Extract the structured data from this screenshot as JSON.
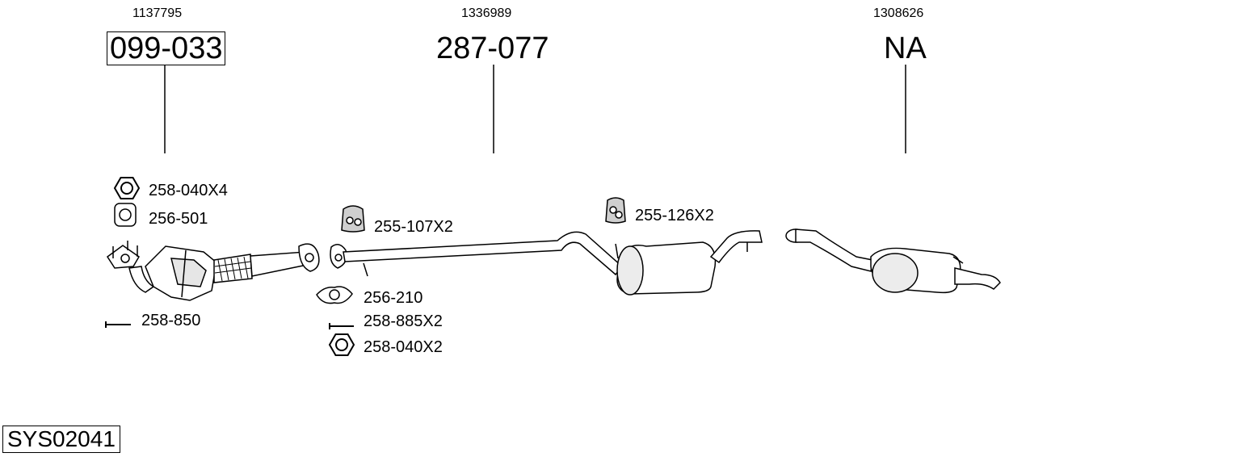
{
  "diagram": {
    "system_code": "SYS02041",
    "sections": [
      {
        "oe_number": "1137795",
        "part_number": "099-033",
        "boxed": true
      },
      {
        "oe_number": "1336989",
        "part_number": "287-077",
        "boxed": false
      },
      {
        "oe_number": "1308626",
        "part_number": "NA",
        "boxed": false
      }
    ],
    "hardware": {
      "nut_front": "258-040X4",
      "gasket_front": "256-501",
      "bolt_front": "258-850",
      "rubber_mount_1": "255-107X2",
      "gasket_mid": "256-210",
      "bolt_mid": "258-885X2",
      "nut_mid": "258-040X2",
      "rubber_mount_2": "255-126X2"
    }
  }
}
